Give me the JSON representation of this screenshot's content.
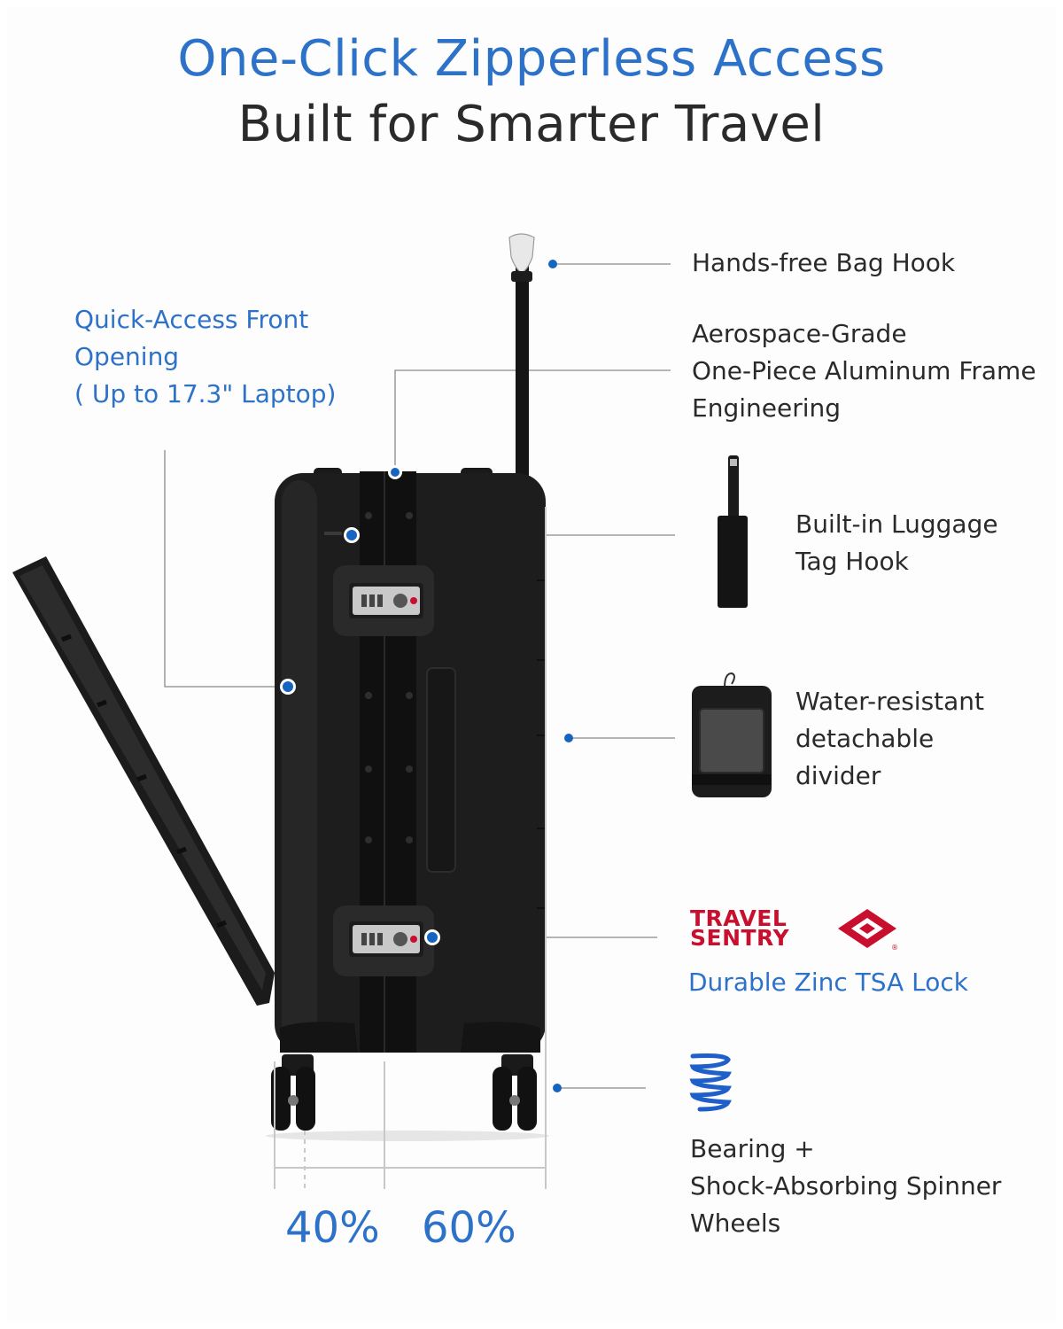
{
  "header": {
    "title": "One-Click Zipperless Access",
    "subtitle": "Built for Smarter Travel"
  },
  "features": {
    "front_opening": "Quick-Access Front\nOpening\n( Up to 17.3\" Laptop)",
    "bag_hook": "Hands-free Bag Hook",
    "frame": "Aerospace-Grade\nOne-Piece Aluminum Frame\nEngineering",
    "tag_hook": "Built-in Luggage\nTag Hook",
    "divider": "Water-resistant\ndetachable\ndivider",
    "lock_brand": "TRAVEL\nSENTRY",
    "lock": "Durable Zinc TSA Lock",
    "wheels": "Bearing +\nShock-Absorbing Spinner\nWheels"
  },
  "split": {
    "left": "40%",
    "right": "60%"
  },
  "colors": {
    "accent": "#2d72c9",
    "dot": "#1565c0",
    "shell": "#1b1b1b",
    "travel_sentry": "#c8102e"
  }
}
